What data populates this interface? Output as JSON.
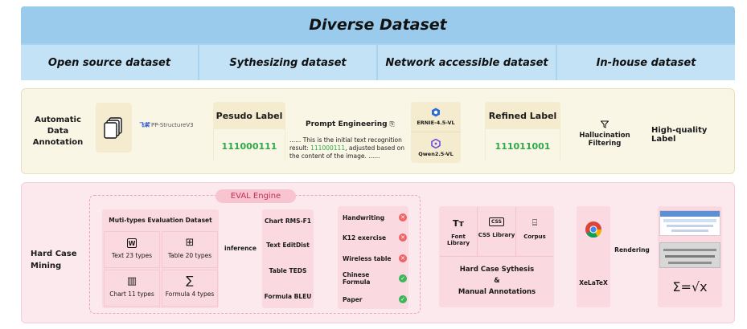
{
  "top": {
    "title": "Diverse Dataset",
    "sources": [
      "Open source dataset",
      "Sythesizing dataset",
      "Network accessible dataset",
      "In-house dataset"
    ]
  },
  "annotation": {
    "row_label": "Automatic Data Annotation",
    "tool": "PP-StructureV3",
    "tool_logo_text": "飞桨",
    "pseudo_title": "Pesudo Label",
    "pseudo_value": "111000111",
    "prompt_title": "Prompt Engineering",
    "prompt_pre": "...... This is the initial text recognition result: ",
    "prompt_value": "111000111",
    "prompt_post": ", adjusted based on the content of the image. ......",
    "model_1": "ERNIE-4.5-VL",
    "model_2": "Qwen2.5-VL",
    "refined_title": "Refined Label",
    "refined_value": "111011001",
    "filter_label": "Hallucination Filtering",
    "output_label": "High-quality Label"
  },
  "mining": {
    "row_label": "Hard Case Mining",
    "eval_tag": "EVAL Engine",
    "dataset_title": "Muti-types Evaluation Dataset",
    "dataset_cells": [
      {
        "icon": "W",
        "label": "Text 23 types"
      },
      {
        "icon": "⊞",
        "label": "Table 20 types"
      },
      {
        "icon": "▥",
        "label": "Chart 11 types"
      },
      {
        "icon": "∑",
        "label": "Formula 4 types"
      }
    ],
    "inference_label": "inference",
    "metrics": [
      "Chart  RMS-F1",
      "Text  EditDist",
      "Table  TEDS",
      "Formula  BLEU"
    ],
    "results": [
      {
        "label": "Handwriting",
        "status": "fail"
      },
      {
        "label": "K12 exercise",
        "status": "fail"
      },
      {
        "label": "Wireless table",
        "status": "fail"
      },
      {
        "label": "Chinese Formula",
        "status": "pass"
      },
      {
        "label": "Paper",
        "status": "pass"
      }
    ],
    "libraries": [
      {
        "icon": "Tт",
        "label": "Font Library"
      },
      {
        "icon": "CSS",
        "label": "CSS Library"
      },
      {
        "icon": "⌸",
        "label": "Corpus"
      }
    ],
    "synthesis_line1": "Hard Case Sythesis",
    "synthesis_line2": "&",
    "synthesis_line3": "Manual Annotations",
    "engine": "XeLaTeX",
    "rendering_label": "Rendering",
    "formula": "Σ=√x"
  }
}
